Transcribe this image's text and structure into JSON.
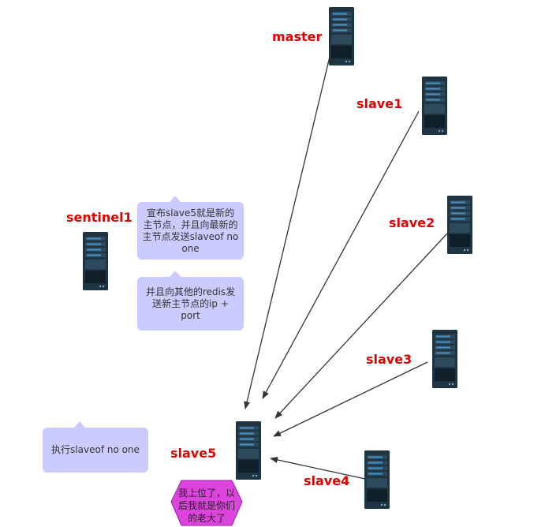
{
  "nodes": {
    "master": "master",
    "slave1": "slave1",
    "slave2": "slave2",
    "slave3": "slave3",
    "slave4": "slave4",
    "slave5": "slave5",
    "sentinel1": "sentinel1"
  },
  "notes": {
    "announce": "宣布slave5就是新的主节点，并且向最新的主节点发送slaveof  no  one",
    "notify": "并且向其他的redis发送新主节点的ip + port",
    "exec": "执行slaveof no  one",
    "new_master": "我上位了，以后我就是你们的老大了"
  },
  "colors": {
    "label": "#e00000",
    "bubble": "#cccbff",
    "hexagon": "#dd44dd",
    "server_body": "#1e3442",
    "server_bay": "#4a8fbf"
  },
  "icons": {
    "server": "server-icon"
  }
}
